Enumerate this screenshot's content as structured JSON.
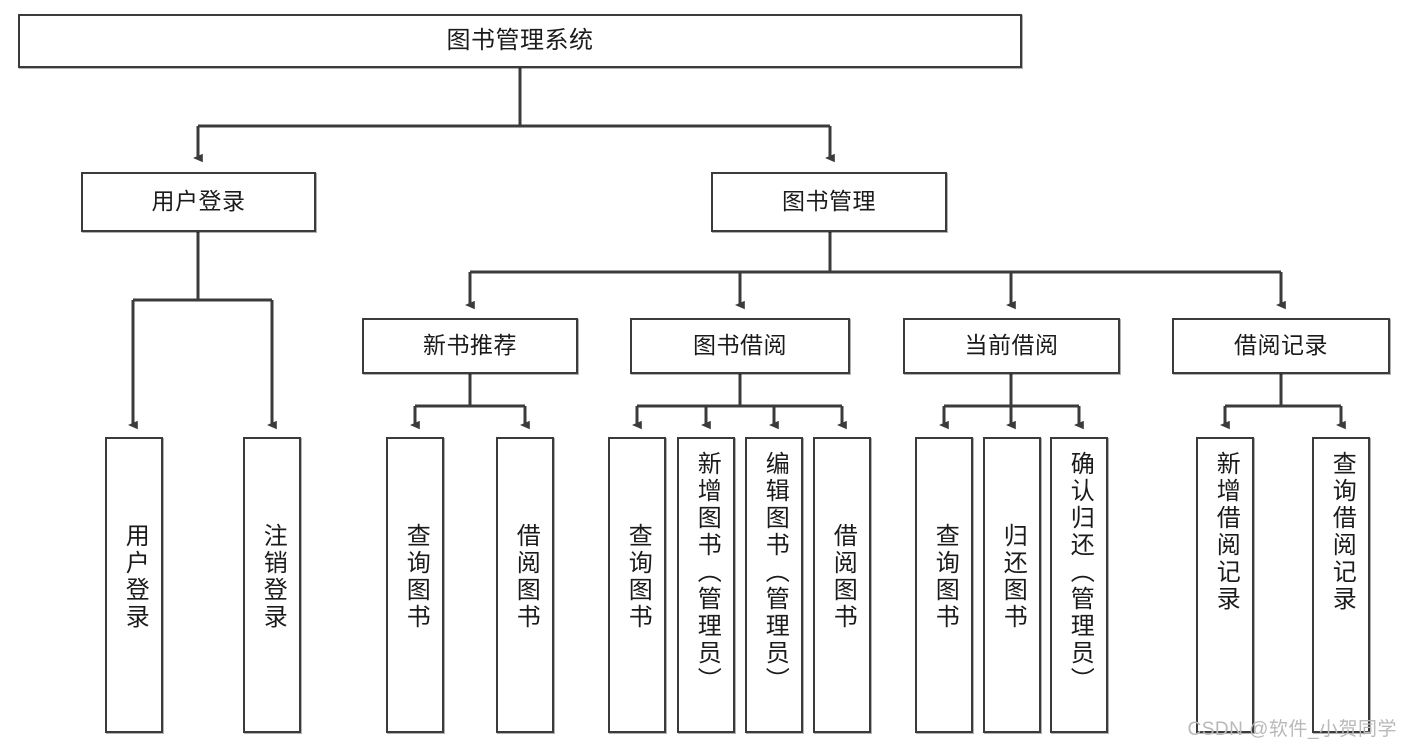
{
  "diagram": {
    "title": "图书管理系统",
    "type": "hierarchy-tree",
    "watermark": "CSDN @软件_小贺同学",
    "colors": {
      "box_border": "#3b3b3b",
      "box_fill": "#ffffff",
      "connector": "#3b3b3b",
      "text": "#1b1b1b",
      "watermark": "#b9b9b9"
    },
    "root": {
      "label": "图书管理系统"
    },
    "level2": [
      {
        "label": "用户登录"
      },
      {
        "label": "图书管理"
      }
    ],
    "level3": [
      {
        "label": "新书推荐"
      },
      {
        "label": "图书借阅"
      },
      {
        "label": "当前借阅"
      },
      {
        "label": "借阅记录"
      }
    ],
    "leaves": {
      "user_login": [
        {
          "label": "用户登录"
        },
        {
          "label": "注销登录"
        }
      ],
      "new_book_recommend": [
        {
          "label": "查询图书"
        },
        {
          "label": "借阅图书"
        }
      ],
      "book_borrow": [
        {
          "label": "查询图书"
        },
        {
          "label": "新增图书（管理员）"
        },
        {
          "label": "编辑图书（管理员）"
        },
        {
          "label": "借阅图书"
        }
      ],
      "current_borrow": [
        {
          "label": "查询图书"
        },
        {
          "label": "归还图书"
        },
        {
          "label": "确认归还（管理员）"
        }
      ],
      "borrow_record": [
        {
          "label": "新增借阅记录"
        },
        {
          "label": "查询借阅记录"
        }
      ]
    }
  }
}
